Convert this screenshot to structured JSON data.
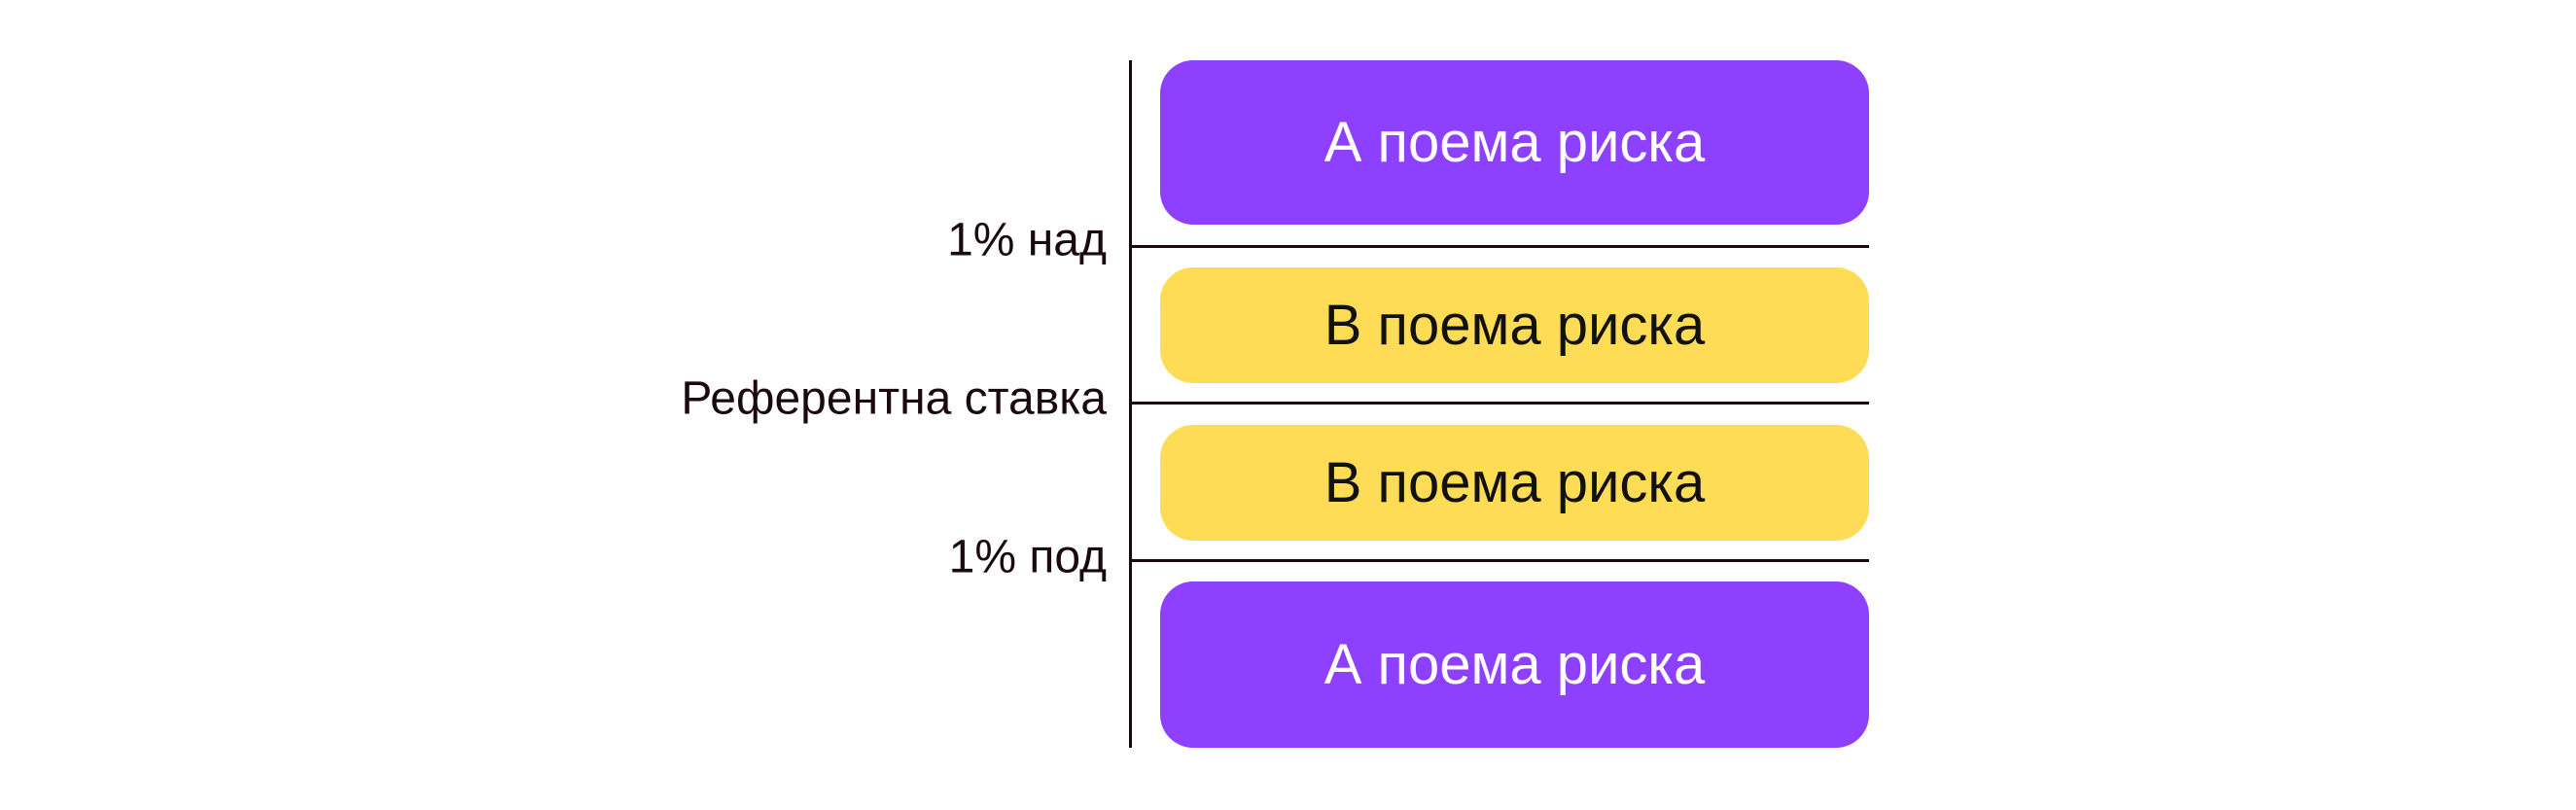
{
  "colors": {
    "purple": "#8E40FF",
    "yellow": "#FFDC55",
    "line": "#1a0a10"
  },
  "labels": [
    "1% над",
    "Референтна ставка",
    "1% под"
  ],
  "boxes": [
    {
      "text": "А поема риска",
      "color": "purple"
    },
    {
      "text": "В поема риска",
      "color": "yellow"
    },
    {
      "text": "В поема риска",
      "color": "yellow"
    },
    {
      "text": "А поема риска",
      "color": "purple"
    }
  ]
}
